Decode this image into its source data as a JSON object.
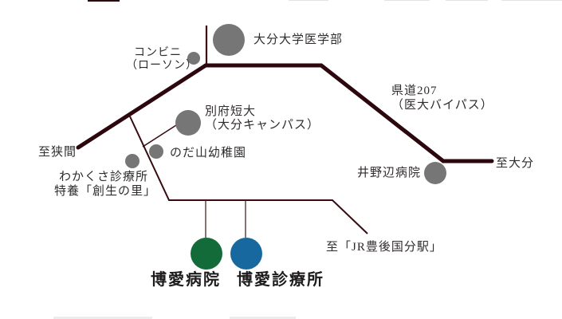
{
  "map": {
    "description": "access-route-map",
    "labels": {
      "oita_univ": "大分大学医学部",
      "conbini_line1": "コンビニ",
      "conbini_line2": "（ローソン）",
      "kendo_line1": "県道207",
      "kendo_line2": "（医大バイパス）",
      "beppu_line1": "別府短大",
      "beppu_line2": "（大分キャンパス）",
      "nodayama": "のだ山幼稚園",
      "hazama": "至狭間",
      "wakakusa_line1": "わかくさ診療所",
      "wakakusa_line2": "特養「創生の里」",
      "inobe": "井野辺病院",
      "oita": "至大分",
      "jr_station": "至「JR豊後国分駅」",
      "hakuai_hospital": "博愛病院",
      "hakuai_clinic": "博愛診療所"
    },
    "colors": {
      "road": "#2d070e",
      "thin_road": "#38090f",
      "drop_line": "#4a2626",
      "marker_gray": "#767676",
      "hospital_green": "#146b3a",
      "clinic_blue": "#16689f"
    }
  }
}
